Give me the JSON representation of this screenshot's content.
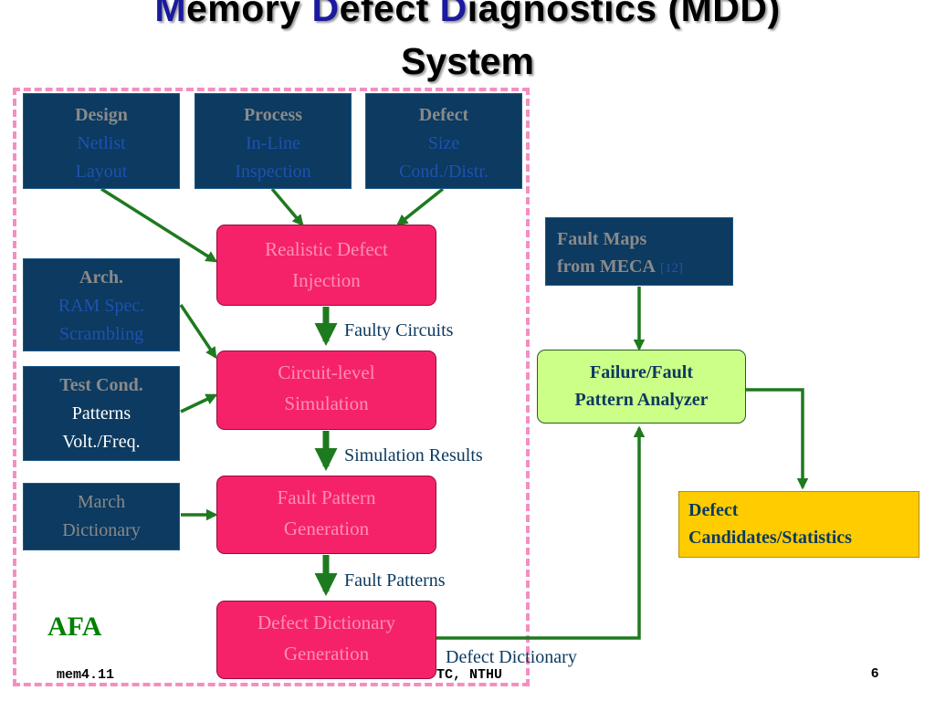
{
  "title": {
    "line1": {
      "c1": "M",
      "w1": "emory ",
      "c2": "D",
      "w2": "efect ",
      "c3": "D",
      "w3": "iagnostics (MDD)"
    },
    "line2": "System"
  },
  "inputs": {
    "design": {
      "head": "Design",
      "l1": "Netlist",
      "l2": "Layout"
    },
    "process": {
      "head": "Process",
      "l1": "In-Line",
      "l2": "Inspection"
    },
    "defect": {
      "head": "Defect",
      "l1": "Size",
      "l2": "Cond./Distr."
    },
    "arch": {
      "head": "Arch.",
      "l1": "RAM Spec.",
      "l2": "Scrambling"
    },
    "test_cond": {
      "head": "Test Cond.",
      "l1": "Patterns",
      "l2": "Volt./Freq."
    },
    "march": {
      "l1": "March",
      "l2": "Dictionary"
    },
    "fault_maps": {
      "l1": "Fault Maps",
      "l2": "from MECA",
      "ref": "[12]"
    }
  },
  "process_steps": [
    {
      "l1": "Realistic Defect",
      "l2": "Injection"
    },
    {
      "l1": "Circuit-level",
      "l2": "Simulation"
    },
    {
      "l1": "Fault Pattern",
      "l2": "Generation"
    },
    {
      "l1": "Defect Dictionary",
      "l2": "Generation"
    }
  ],
  "analyzer": {
    "l1": "Failure/Fault",
    "l2": "Pattern Analyzer"
  },
  "output": {
    "l1": "Defect",
    "l2": "Candidates/Statistics"
  },
  "flow_labels": {
    "faulty_circuits": "Faulty Circuits",
    "simulation_results": "Simulation Results",
    "fault_patterns": "Fault Patterns",
    "defect_dictionary": "Defect Dictionary"
  },
  "group_label": "AFA",
  "footer": {
    "left": "mem4.11",
    "center": "TC, NTHU",
    "page": "6"
  },
  "colors": {
    "input_box": "#0c3a60",
    "step_box": "#f5226a",
    "analyzer_box": "#ccff88",
    "output_box": "#ffcc00",
    "arrow": "#1e7a1e",
    "frame": "#f48fc0"
  }
}
